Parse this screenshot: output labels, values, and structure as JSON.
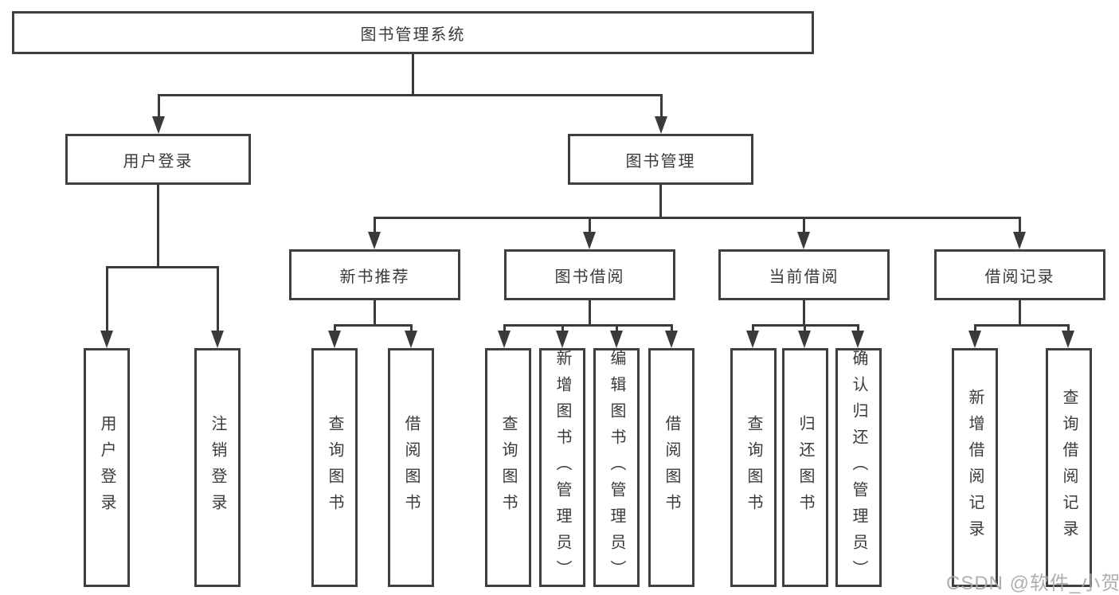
{
  "diagram": {
    "root": {
      "label": "图书管理系统"
    },
    "level2": [
      {
        "label": "用户登录"
      },
      {
        "label": "图书管理"
      }
    ],
    "level3": [
      {
        "label": "新书推荐"
      },
      {
        "label": "图书借阅"
      },
      {
        "label": "当前借阅"
      },
      {
        "label": "借阅记录"
      }
    ],
    "leaves": [
      {
        "label": "用户登录"
      },
      {
        "label": "注销登录"
      },
      {
        "label": "查询图书"
      },
      {
        "label": "借阅图书"
      },
      {
        "label": "查询图书"
      },
      {
        "label": "新增图书（管理员）"
      },
      {
        "label": "编辑图书（管理员）"
      },
      {
        "label": "借阅图书"
      },
      {
        "label": "查询图书"
      },
      {
        "label": "归还图书"
      },
      {
        "label": "确认归还（管理员）"
      },
      {
        "label": "新增借阅记录"
      },
      {
        "label": "查询借阅记录"
      }
    ]
  },
  "watermark": {
    "text": "CSDN @软件_小贺同学"
  },
  "colors": {
    "border": "#404040",
    "line": "#3a3a3a",
    "text": "#3a3a3a",
    "background": "#ffffff",
    "watermark": "#a9a9a9"
  }
}
